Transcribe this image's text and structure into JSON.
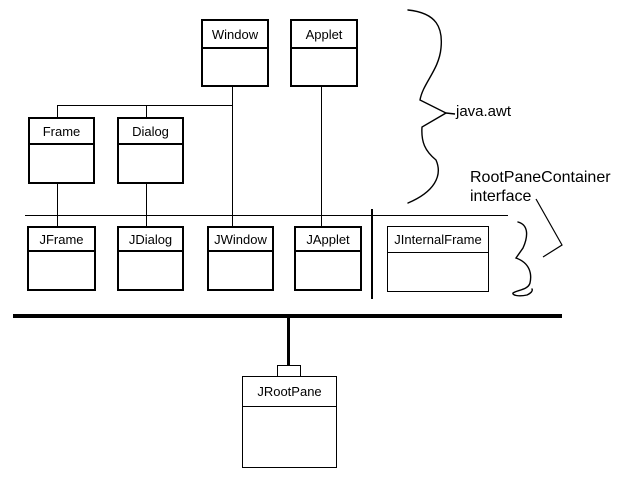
{
  "diagram": {
    "boxes": [
      {
        "label": "Window"
      },
      {
        "label": "Applet"
      },
      {
        "label": "Frame"
      },
      {
        "label": "Dialog"
      },
      {
        "label": "JFrame"
      },
      {
        "label": "JDialog"
      },
      {
        "label": "JWindow"
      },
      {
        "label": "JApplet"
      },
      {
        "label": "JInternalFrame"
      },
      {
        "label": "JRootPane"
      }
    ],
    "annotations": {
      "package_label": "java.awt",
      "interface_label_line1": "RootPaneContainer",
      "interface_label_line2": "interface"
    },
    "edges": [
      [
        "Window",
        "Frame"
      ],
      [
        "Window",
        "Dialog"
      ],
      [
        "Window",
        "JWindow"
      ],
      [
        "Applet",
        "JApplet"
      ],
      [
        "Frame",
        "JFrame"
      ],
      [
        "Dialog",
        "JDialog"
      ],
      [
        "heavy-bar",
        "JRootPane"
      ]
    ],
    "colors": {
      "foreground": "#000000",
      "background": "#ffffff"
    }
  }
}
